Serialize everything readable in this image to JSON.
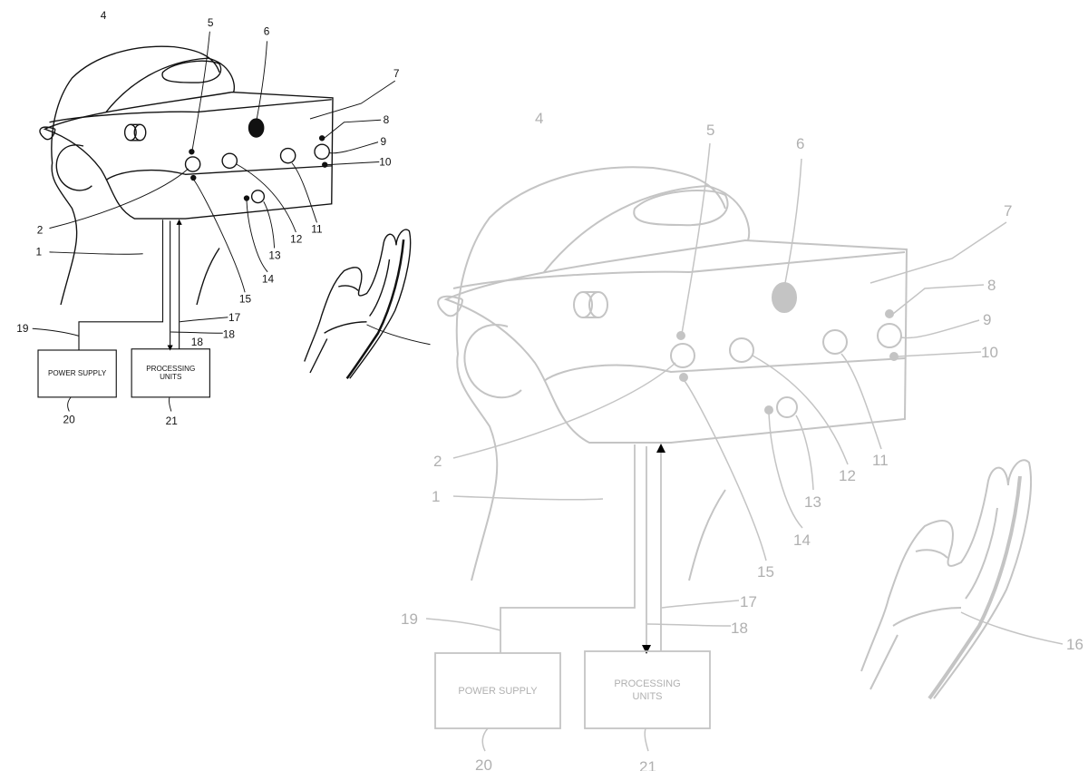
{
  "labels": {
    "n1": "1",
    "n2": "2",
    "n4": "4",
    "n5": "5",
    "n6": "6",
    "n7": "7",
    "n8": "8",
    "n9": "9",
    "n10": "10",
    "n11": "11",
    "n12": "12",
    "n13": "13",
    "n14": "14",
    "n15": "15",
    "n16": "16",
    "n17": "17",
    "n18": "18",
    "n19": "19",
    "n20": "20",
    "n21": "21"
  },
  "small_figure_hand_label": "18",
  "boxes": {
    "power_supply": "POWER SUPPLY",
    "processing_line1": "PROCESSING",
    "processing_line2": "UNITS"
  },
  "colors": {
    "small_figure": "#111111",
    "large_figure": "#c4c4c4"
  }
}
